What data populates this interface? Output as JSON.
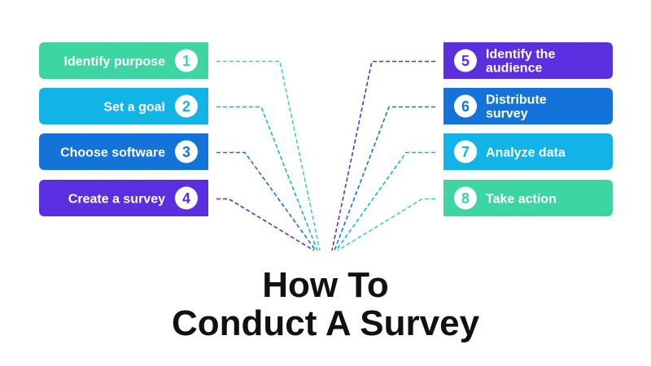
{
  "title": {
    "line1": "How To",
    "line2": "Conduct A Survey"
  },
  "colors": {
    "green": "#3dd6a3",
    "cyan": "#12b4e8",
    "blue": "#1473d9",
    "purple": "#5b2fe0",
    "title": "#111111"
  },
  "steps": [
    {
      "number": "1",
      "lines": [
        "Identify purpose"
      ],
      "color": "#3dd6a3"
    },
    {
      "number": "2",
      "lines": [
        "Set a goal"
      ],
      "color": "#12b4e8"
    },
    {
      "number": "3",
      "lines": [
        "Choose software"
      ],
      "color": "#1473d9"
    },
    {
      "number": "4",
      "lines": [
        "Create a survey"
      ],
      "color": "#5b2fe0"
    },
    {
      "number": "5",
      "lines": [
        "Identify the",
        "audience"
      ],
      "color": "#5b2fe0"
    },
    {
      "number": "6",
      "lines": [
        "Distribute",
        "survey"
      ],
      "color": "#1473d9"
    },
    {
      "number": "7",
      "lines": [
        "Analyze data"
      ],
      "color": "#12b4e8"
    },
    {
      "number": "8",
      "lines": [
        "Take action"
      ],
      "color": "#3dd6a3"
    }
  ]
}
